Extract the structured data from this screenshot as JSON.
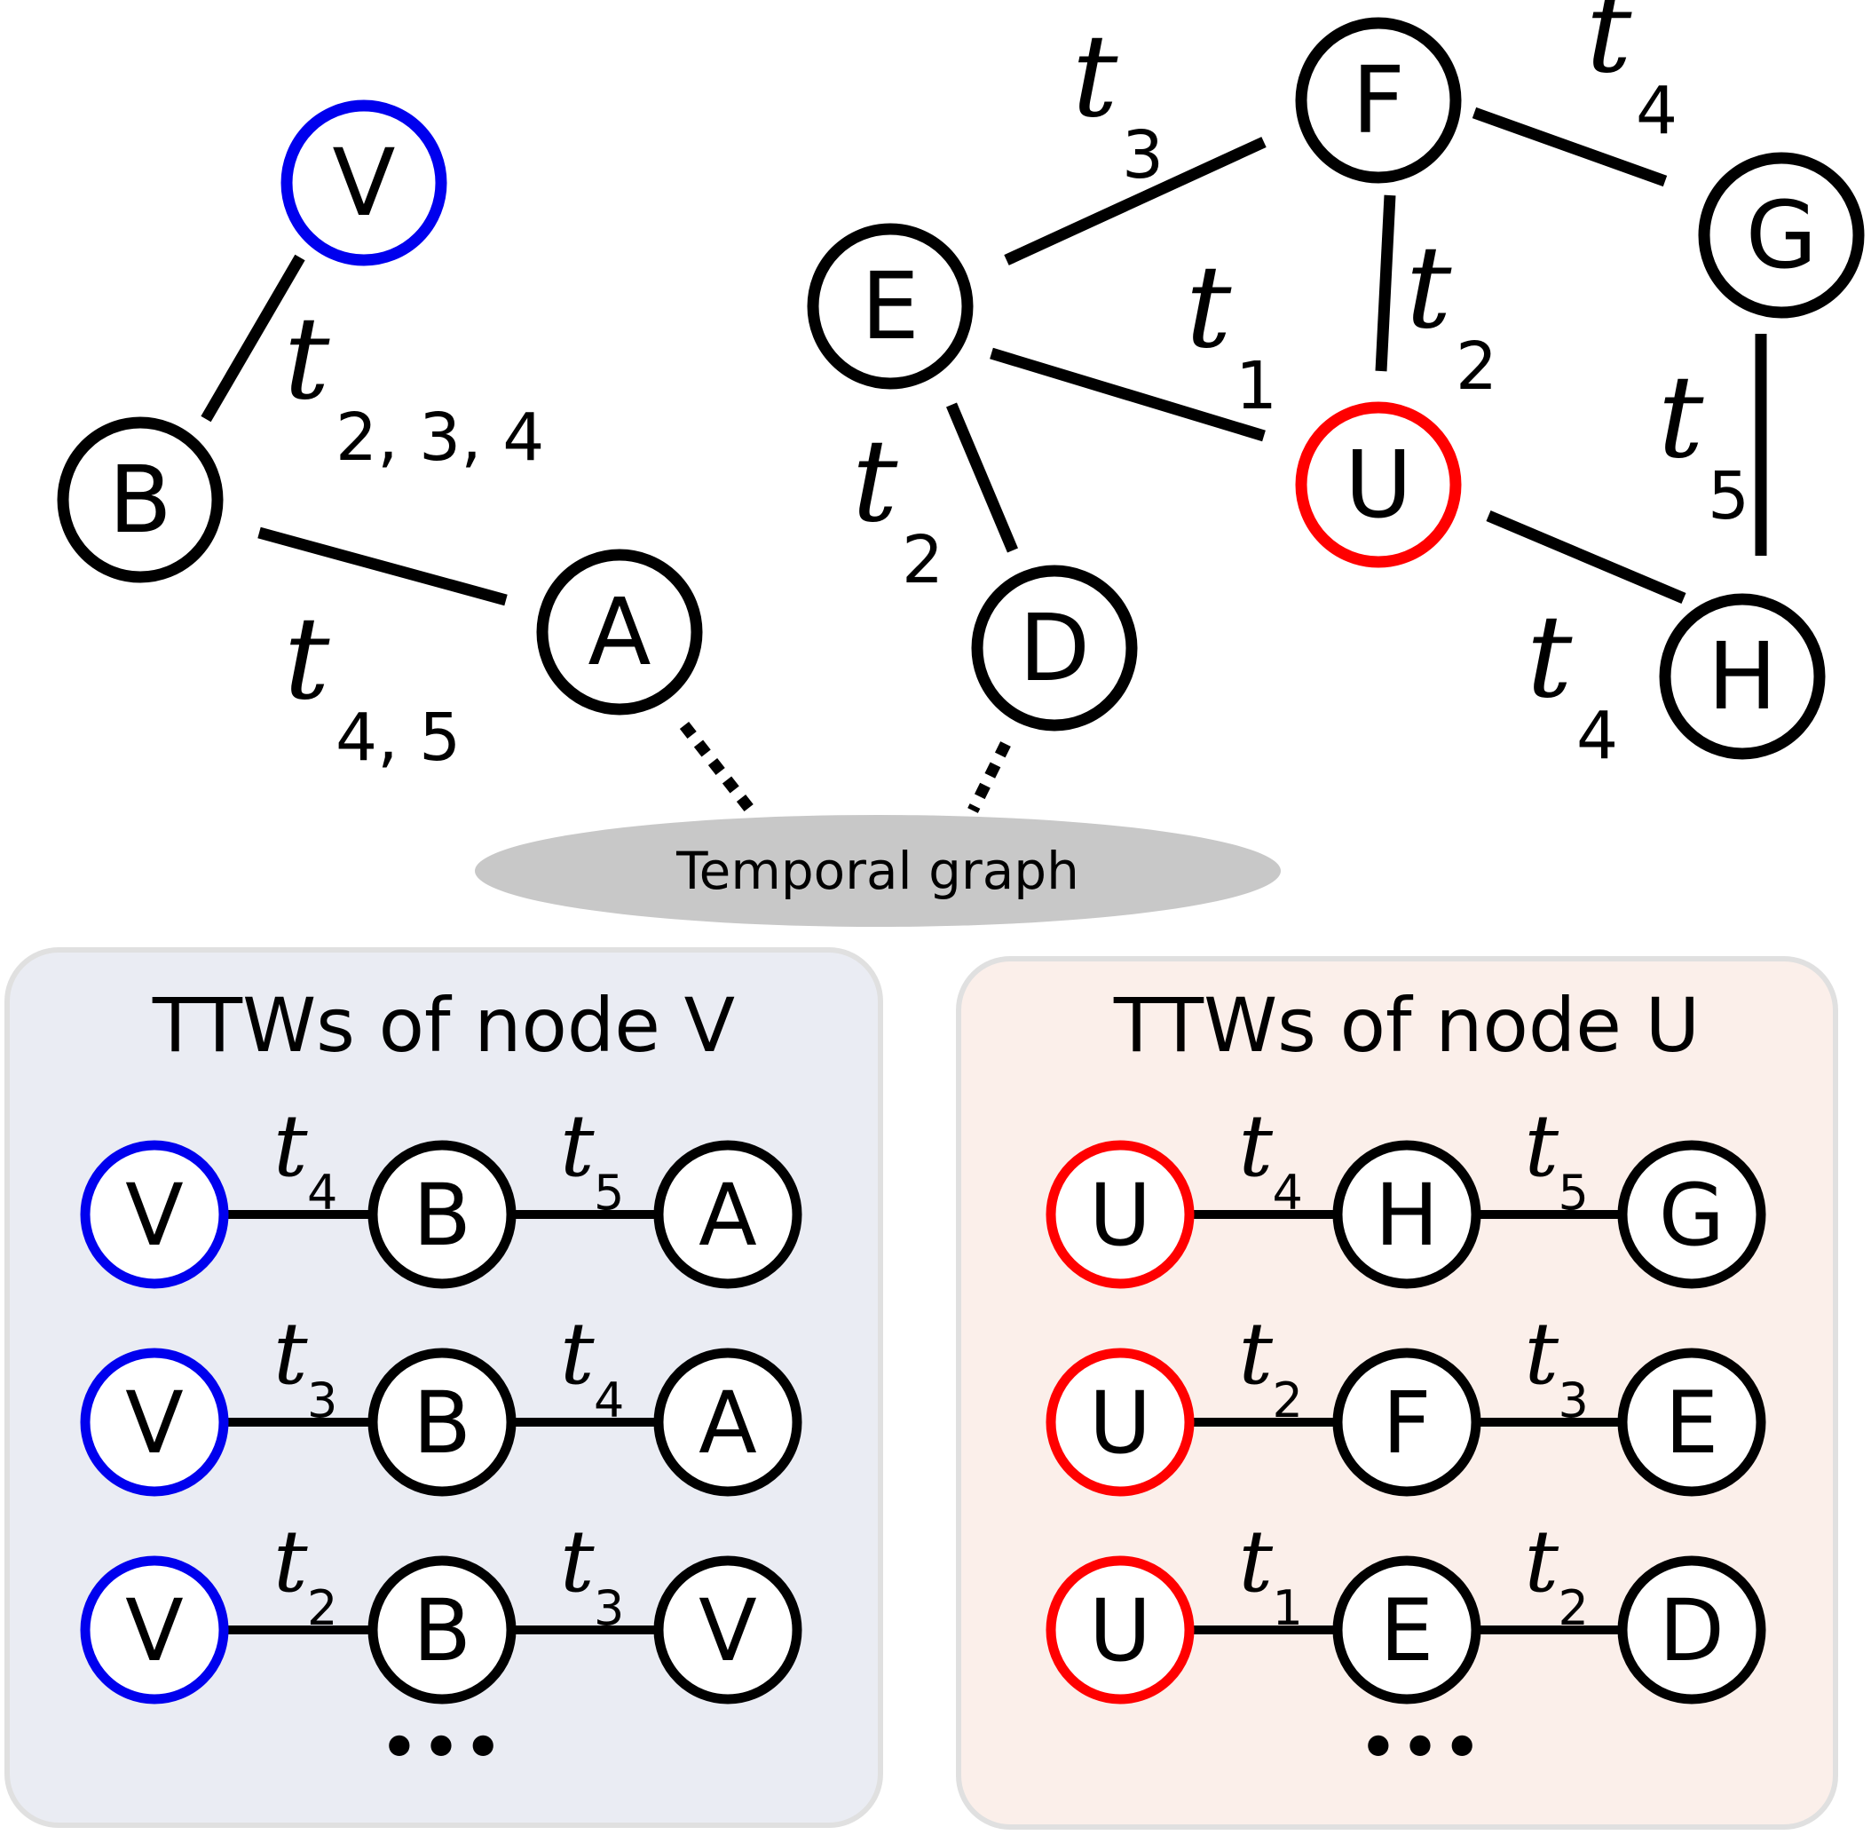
{
  "graph": {
    "caption": "Temporal graph",
    "nodes": {
      "V": "V",
      "B": "B",
      "A": "A",
      "E": "E",
      "F": "F",
      "G": "G",
      "U": "U",
      "D": "D",
      "H": "H"
    },
    "edge_labels": {
      "VB": {
        "t": "t",
        "sub": "2, 3, 4"
      },
      "BA": {
        "t": "t",
        "sub": "4, 5"
      },
      "EF": {
        "t": "t",
        "sub": "3"
      },
      "FG": {
        "t": "t",
        "sub": "4"
      },
      "EU": {
        "t": "t",
        "sub": "1"
      },
      "FU": {
        "t": "t",
        "sub": "2"
      },
      "ED": {
        "t": "t",
        "sub": "2"
      },
      "GH": {
        "t": "t",
        "sub": "5"
      },
      "UH": {
        "t": "t",
        "sub": "4"
      }
    },
    "colors": {
      "V": "#0000ee",
      "U": "#ff0000",
      "default": "#000000"
    }
  },
  "panel_v": {
    "title": "TTWs of node V",
    "bg": "#eaecf3",
    "walks": [
      {
        "nodes": [
          "V",
          "B",
          "A"
        ],
        "subs": [
          "4",
          "5"
        ]
      },
      {
        "nodes": [
          "V",
          "B",
          "A"
        ],
        "subs": [
          "3",
          "4"
        ]
      },
      {
        "nodes": [
          "V",
          "B",
          "V"
        ],
        "subs": [
          "2",
          "3"
        ]
      }
    ],
    "ellipsis": "•••"
  },
  "panel_u": {
    "title": "TTWs of node U",
    "bg": "#fbefea",
    "walks": [
      {
        "nodes": [
          "U",
          "H",
          "G"
        ],
        "subs": [
          "4",
          "5"
        ]
      },
      {
        "nodes": [
          "U",
          "F",
          "E"
        ],
        "subs": [
          "2",
          "3"
        ]
      },
      {
        "nodes": [
          "U",
          "E",
          "D"
        ],
        "subs": [
          "1",
          "2"
        ]
      }
    ],
    "ellipsis": "•••"
  },
  "t_letter": "t"
}
